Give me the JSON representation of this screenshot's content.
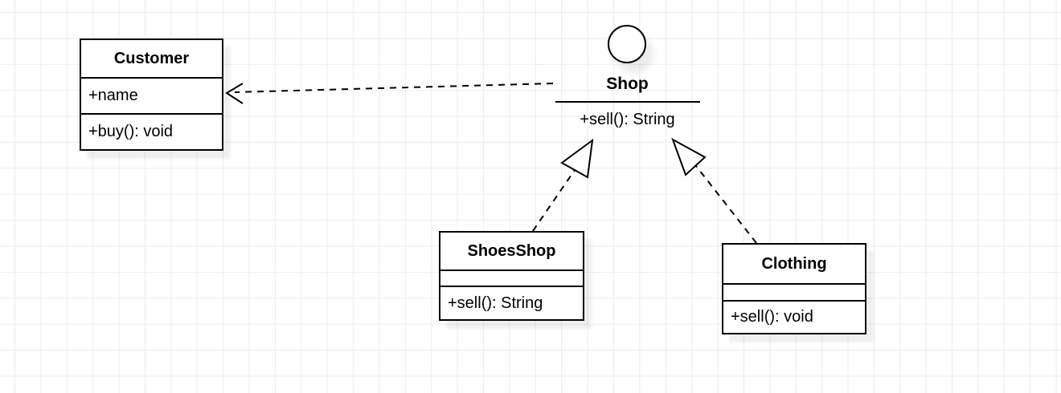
{
  "diagram": {
    "classes": [
      {
        "title": "Customer",
        "attributes": [
          "+name"
        ],
        "methods": [
          "+buy(): void"
        ]
      },
      {
        "title": "ShoesShop",
        "attributes": [],
        "methods": [
          "+sell(): String"
        ]
      },
      {
        "title": "Clothing",
        "attributes": [],
        "methods": [
          "+sell(): void"
        ]
      }
    ],
    "interface": {
      "title": "Shop",
      "methods": [
        "+sell(): String"
      ]
    },
    "relations": [
      {
        "type": "dependency",
        "from": "Shop",
        "to": "Customer"
      },
      {
        "type": "realization",
        "from": "ShoesShop",
        "to": "Shop"
      },
      {
        "type": "realization",
        "from": "Clothing",
        "to": "Shop"
      }
    ],
    "colors": {
      "stroke": "#000000",
      "fill": "#ffffff",
      "grid": "#ededed",
      "shadow": "rgba(0,0,0,0.06)"
    }
  }
}
